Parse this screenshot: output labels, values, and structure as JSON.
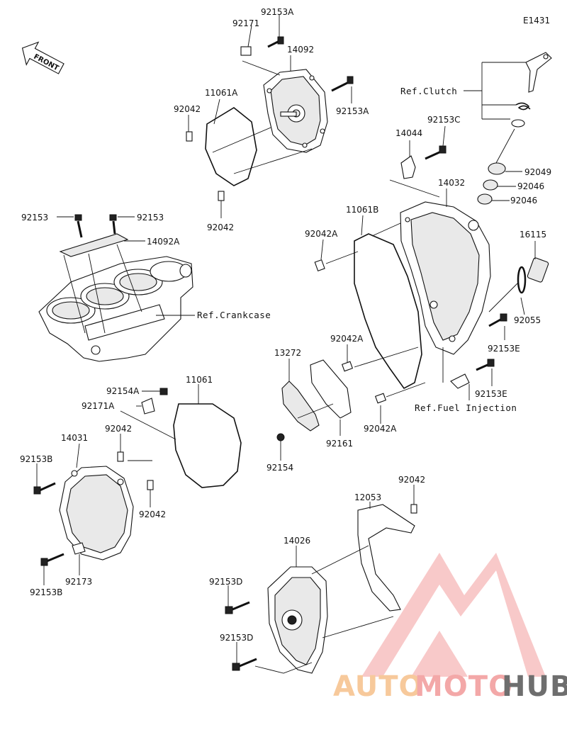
{
  "diagram_code": "E1431",
  "front_label": "FRONT",
  "parts": {
    "p92153A_top": "92153A",
    "p92171": "92171",
    "p14092": "14092",
    "p11061A": "11061A",
    "p92042_a": "92042",
    "p92153A_right": "92153A",
    "p92042_b": "92042",
    "p92153_left": "92153",
    "p92153_right": "92153",
    "p14092A": "14092A",
    "ref_crankcase": "Ref.Crankcase",
    "ref_clutch": "Ref.Clutch",
    "p92153C": "92153C",
    "p14044": "14044",
    "p92049": "92049",
    "p92046_a": "92046",
    "p92046_b": "92046",
    "p14032": "14032",
    "p11061B": "11061B",
    "p92042A_a": "92042A",
    "p16115": "16115",
    "p92055": "92055",
    "p92153E_a": "92153E",
    "p92153E_b": "92153E",
    "ref_fuel_injection": "Ref.Fuel Injection",
    "p92042A_b": "92042A",
    "p92042A_c": "92042A",
    "p13272": "13272",
    "p92161": "92161",
    "p92154": "92154",
    "p11061": "11061",
    "p92154A": "92154A",
    "p92171A": "92171A",
    "p14031": "14031",
    "p92042_c": "92042",
    "p92153B_a": "92153B",
    "p92042_d": "92042",
    "p92173": "92173",
    "p92153B_b": "92153B",
    "p92042_e": "92042",
    "p12053": "12053",
    "p14026": "14026",
    "p92153D_a": "92153D",
    "p92153D_b": "92153D"
  },
  "watermark": {
    "part1": "AUTO",
    "part2": "MOTO",
    "part3": "HUB",
    "color1": "#f6c08a",
    "color2": "#f29a9a",
    "color3": "#555555",
    "accent": "#ee6666"
  }
}
